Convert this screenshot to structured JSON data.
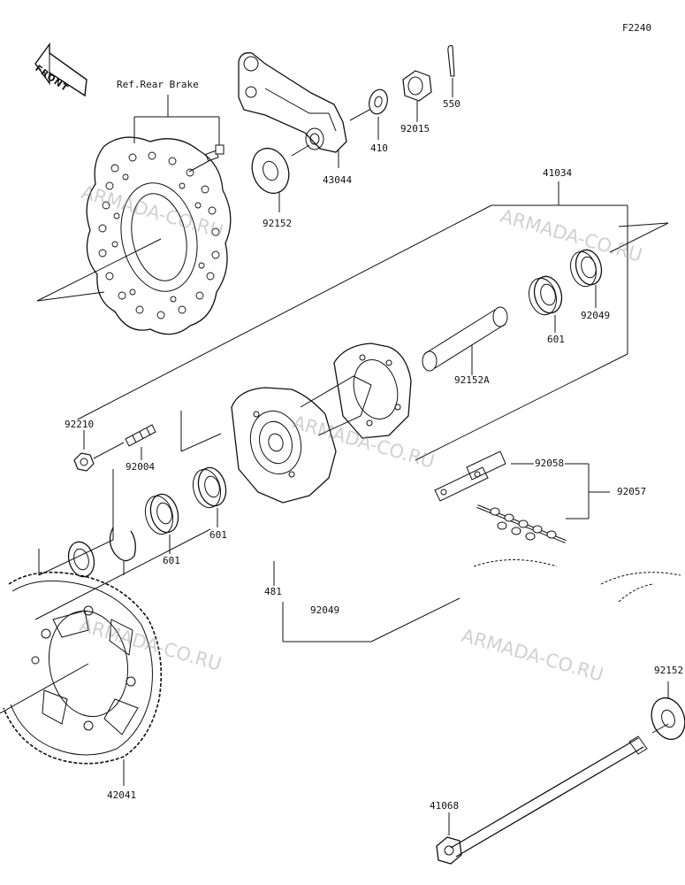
{
  "diagram": {
    "code": "F2240",
    "front_label": "FRONT",
    "ref_label": "Ref.Rear Brake",
    "watermark": "ARMADA-CO.RU",
    "parts": [
      {
        "id": "p550",
        "number": "550"
      },
      {
        "id": "p92015",
        "number": "92015"
      },
      {
        "id": "p410",
        "number": "410"
      },
      {
        "id": "p43044",
        "number": "43044"
      },
      {
        "id": "p92152_top",
        "number": "92152"
      },
      {
        "id": "p41034",
        "number": "41034"
      },
      {
        "id": "p92049_top",
        "number": "92049"
      },
      {
        "id": "p601_top",
        "number": "601"
      },
      {
        "id": "p92152A",
        "number": "92152A"
      },
      {
        "id": "p92210",
        "number": "92210"
      },
      {
        "id": "p92004",
        "number": "92004"
      },
      {
        "id": "p92058",
        "number": "92058"
      },
      {
        "id": "p92057",
        "number": "92057"
      },
      {
        "id": "p601_mid",
        "number": "601"
      },
      {
        "id": "p601_low",
        "number": "601"
      },
      {
        "id": "p481",
        "number": "481"
      },
      {
        "id": "p92049_low",
        "number": "92049"
      },
      {
        "id": "p92152_low",
        "number": "92152"
      },
      {
        "id": "p42041",
        "number": "42041"
      },
      {
        "id": "p41068",
        "number": "41068"
      }
    ]
  }
}
